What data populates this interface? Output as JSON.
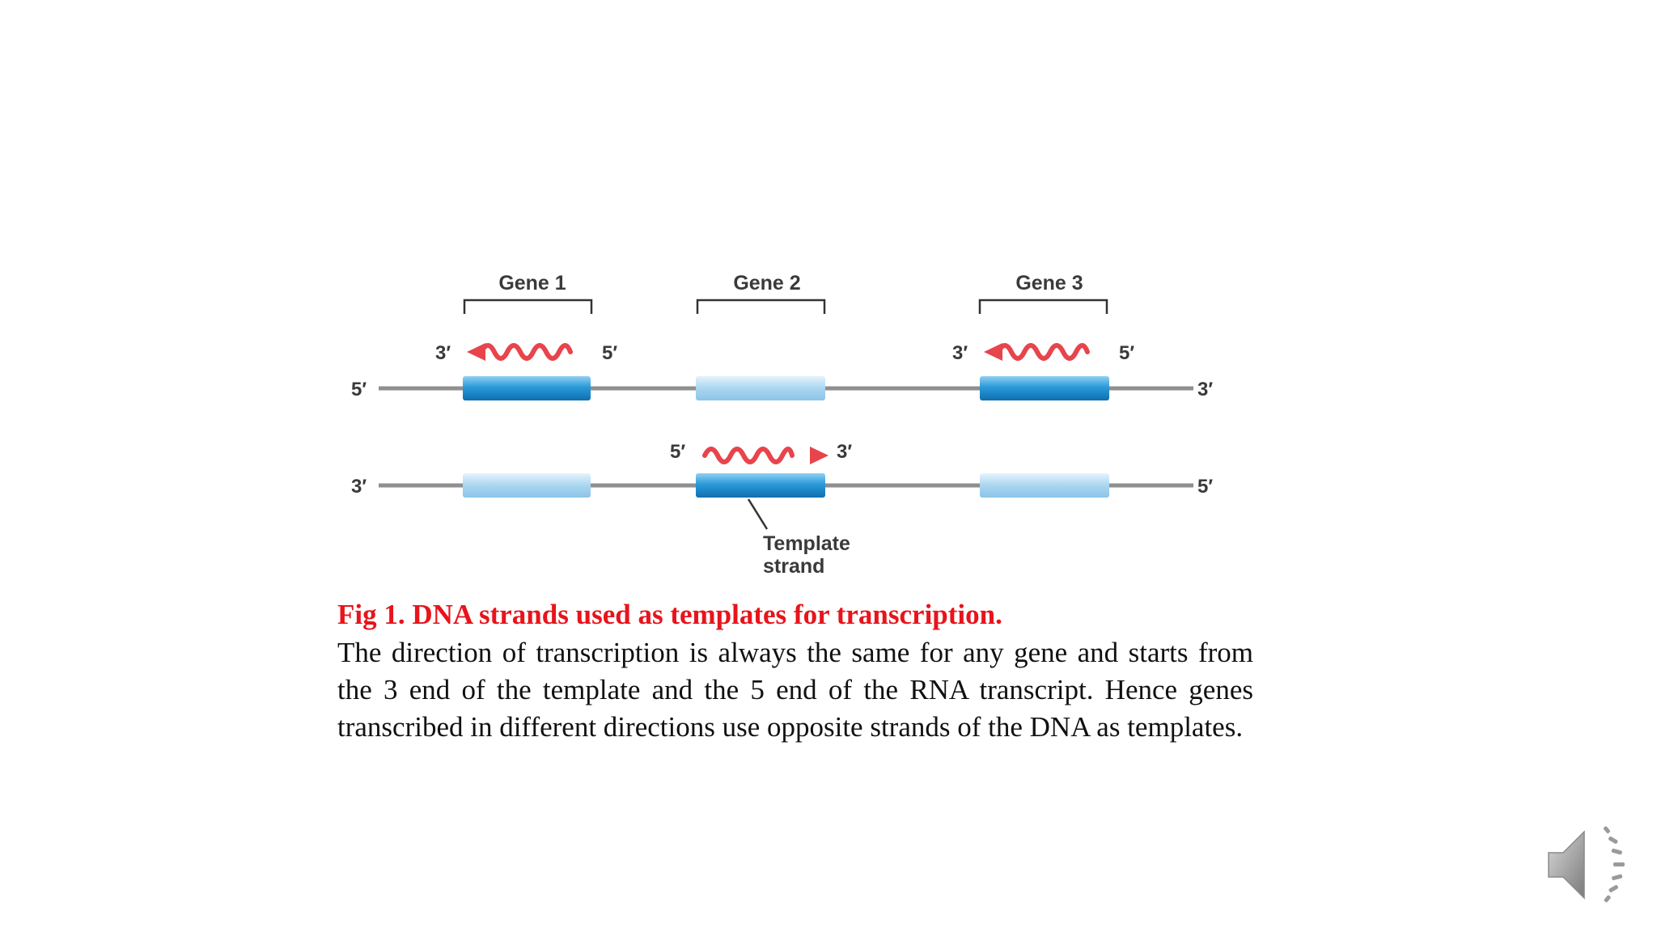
{
  "diagram": {
    "genes": [
      {
        "label": "Gene 1"
      },
      {
        "label": "Gene 2"
      },
      {
        "label": "Gene 3"
      }
    ],
    "top_strand": {
      "left_end": "5′",
      "right_end": "3′"
    },
    "bottom_strand": {
      "left_end": "3′",
      "right_end": "5′"
    },
    "transcripts": [
      {
        "gene": "Gene 1",
        "start_label": "3′",
        "end_label": "5′",
        "direction": "left"
      },
      {
        "gene": "Gene 2",
        "start_label": "5′",
        "end_label": "3′",
        "direction": "right"
      },
      {
        "gene": "Gene 3",
        "start_label": "3′",
        "end_label": "5′",
        "direction": "left"
      }
    ],
    "template_label_line1": "Template",
    "template_label_line2": "strand",
    "colors": {
      "strand": "#8f8f8f",
      "template_segment": "#2a9ad8",
      "coding_segment": "#aad6f0",
      "rna": "#e8444c"
    }
  },
  "caption": {
    "title": "Fig 1. DNA strands used as templates for transcription.",
    "body": "The direction of transcription is always the same for any gene and starts from the 3 end of the template and the 5 end of the RNA transcript. Hence genes transcribed in different directions use opposite strands of the DNA as templates."
  },
  "audio": {
    "icon": "speaker-icon"
  }
}
